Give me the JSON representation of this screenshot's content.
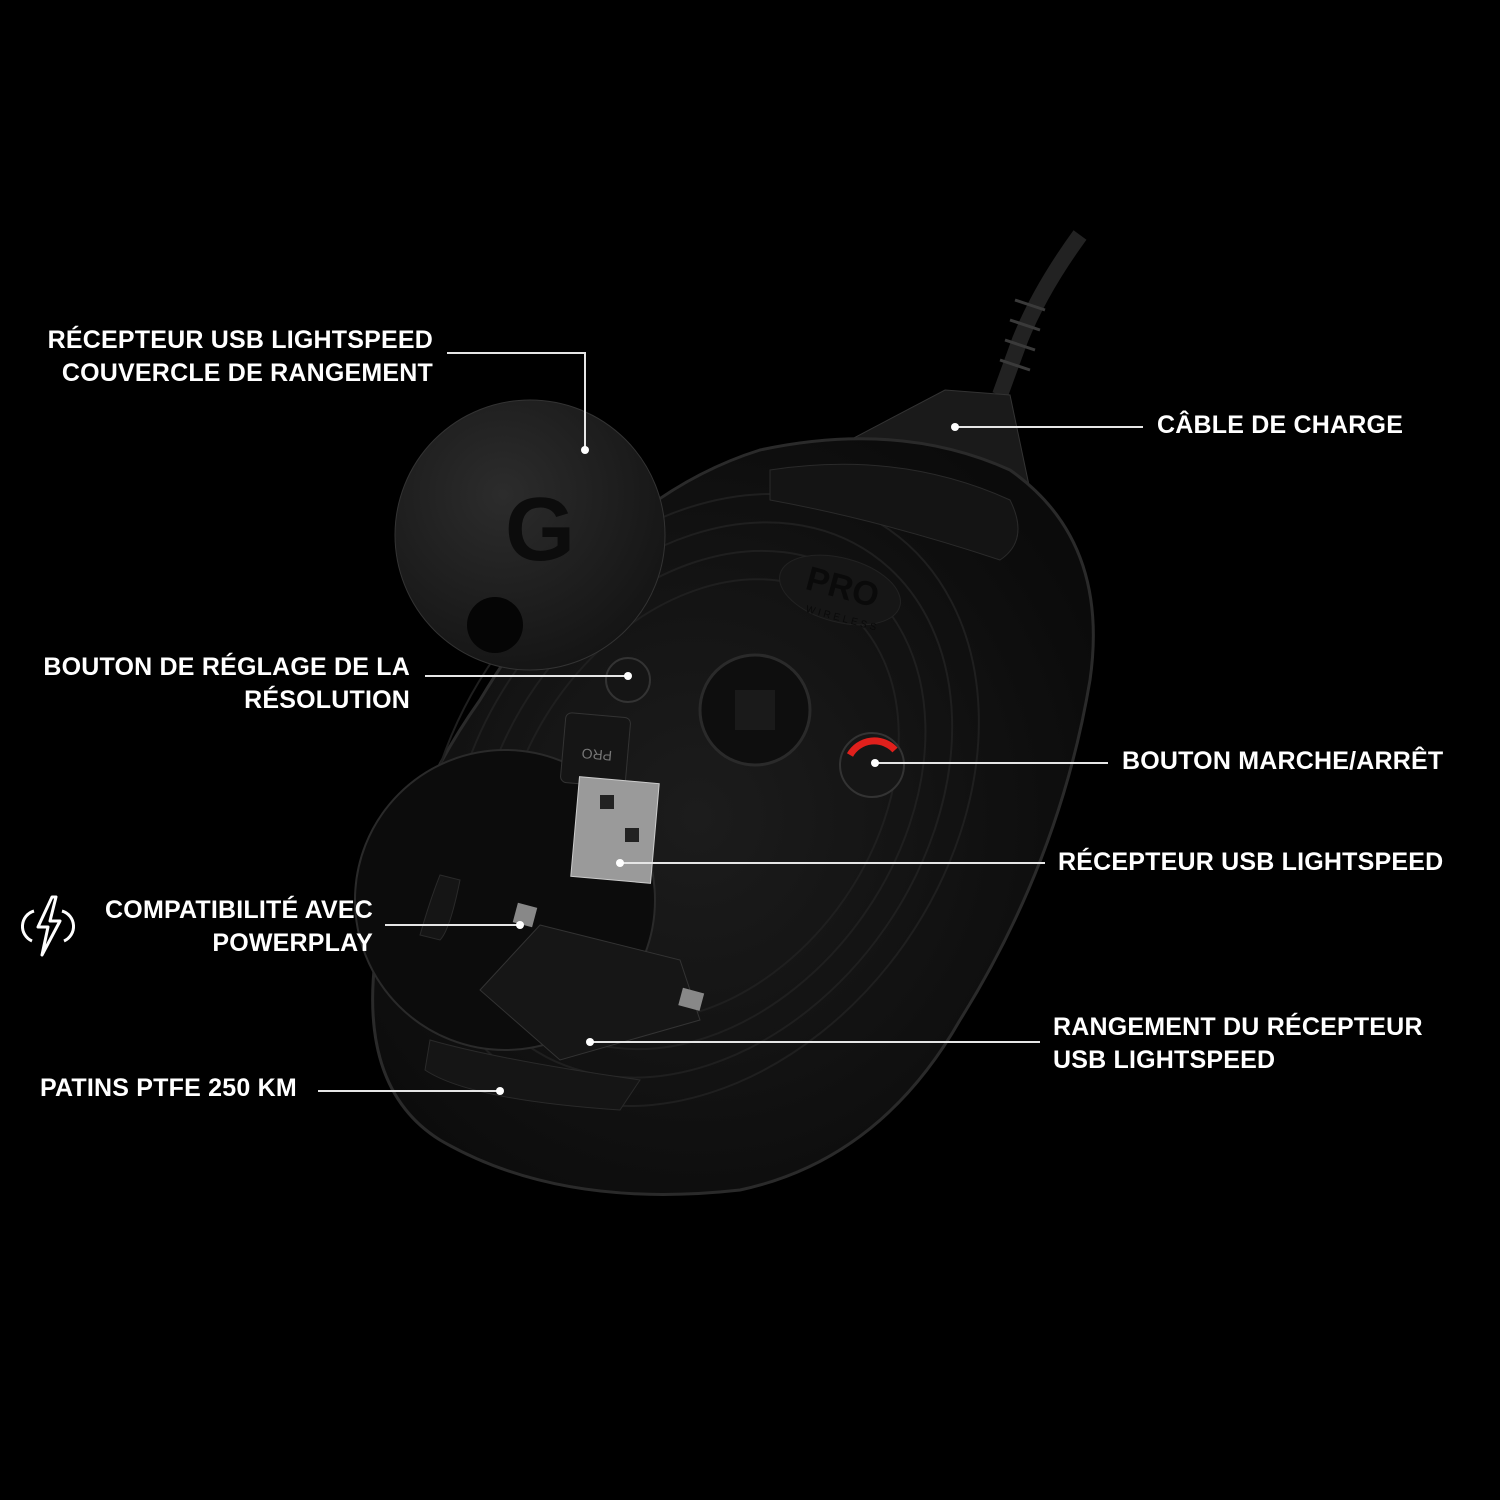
{
  "product_marks": {
    "cover_logo": "G",
    "mouse_logo": "PRO",
    "mouse_logo_sub": "WIRELESS",
    "receiver_text": "PRO"
  },
  "accent_color": "#e0201c",
  "callouts": {
    "storage_cover": [
      "RÉCEPTEUR USB LIGHTSPEED",
      "COUVERCLE DE RANGEMENT"
    ],
    "charging_cable": "CÂBLE DE CHARGE",
    "dpi_button": [
      "BOUTON DE RÉGLAGE DE LA",
      "RÉSOLUTION"
    ],
    "power_switch": "BOUTON MARCHE/ARRÊT",
    "usb_receiver": "RÉCEPTEUR USB LIGHTSPEED",
    "powerplay": [
      "COMPATIBILITÉ AVEC",
      "POWERPLAY"
    ],
    "receiver_storage": [
      "RANGEMENT DU RÉCEPTEUR",
      "USB LIGHTSPEED"
    ],
    "feet": "PATINS PTFE 250 KM"
  },
  "icons": {
    "powerplay": "powerplay-charging-icon"
  }
}
